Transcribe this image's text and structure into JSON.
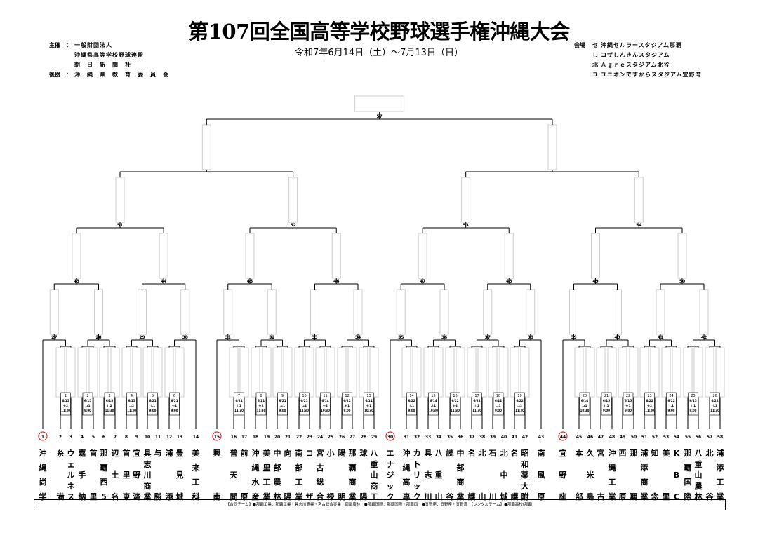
{
  "title": "第107回全国高等学校野球選手権沖縄大会",
  "date_range": "令和7年6月14日（土）～7月13日（日）",
  "organizers": [
    {
      "label": "主催",
      "value": "一般財団法人"
    },
    {
      "label": "",
      "value": "沖縄県高等学校野球連盟"
    },
    {
      "label": "",
      "value": "朝　日　新　聞　社"
    },
    {
      "label": "後援",
      "value": "沖　縄　県　教　育　委　員　会"
    }
  ],
  "venues_label": "会場",
  "venues": [
    {
      "code": "セ",
      "name": "沖縄セルラースタジアム那覇"
    },
    {
      "code": "し",
      "name": "コザしんきんスタジアム"
    },
    {
      "code": "北",
      "name": "Ａｇｒｅスタジアム北谷"
    },
    {
      "code": "ユ",
      "name": "ユニオンですからスタジアム宜野湾"
    }
  ],
  "footer_note": "【合同チーム】●那覇工業：那覇工業・具志川商業・宮古総合実業・南部農林　●那覇国際：那覇国際・那覇西　●宜野座：宜野座・宜野湾　【レンタルチーム】●那覇高校(那覇)",
  "seeds": [
    1,
    15,
    30,
    44
  ],
  "numbers": [
    {
      "id": "1",
      "label": "1"
    },
    {
      "id": "2",
      "label": "2"
    },
    {
      "id": "3",
      "label": "3"
    },
    {
      "id": "4",
      "label": "4"
    },
    {
      "id": "5",
      "label": "5"
    },
    {
      "id": "6",
      "label": "6"
    },
    {
      "id": "7",
      "label": "7"
    },
    {
      "id": "8",
      "label": "8"
    },
    {
      "id": "9",
      "label": "9"
    },
    {
      "id": "10",
      "label": "10"
    },
    {
      "id": "11",
      "label": "11"
    },
    {
      "id": "12",
      "label": "12"
    },
    {
      "id": "13",
      "label": "13"
    },
    {
      "id": "14",
      "label": "14"
    },
    {
      "id": "15",
      "label": "15"
    },
    {
      "id": "16",
      "label": "16"
    },
    {
      "id": "17",
      "label": "17"
    },
    {
      "id": "18",
      "label": "18"
    },
    {
      "id": "19",
      "label": "19"
    },
    {
      "id": "20",
      "label": "20"
    },
    {
      "id": "21",
      "label": "21"
    },
    {
      "id": "22",
      "label": "22"
    },
    {
      "id": "23",
      "label": "23"
    },
    {
      "id": "24",
      "label": "24"
    },
    {
      "id": "25",
      "label": "25"
    },
    {
      "id": "26",
      "label": "26"
    },
    {
      "id": "27",
      "label": "27"
    },
    {
      "id": "28",
      "label": "28"
    },
    {
      "id": "29",
      "label": "29"
    },
    {
      "id": "30",
      "label": "30"
    },
    {
      "id": "31",
      "label": "31"
    },
    {
      "id": "32",
      "label": "32"
    },
    {
      "id": "33",
      "label": "33"
    },
    {
      "id": "34",
      "label": "34"
    },
    {
      "id": "35",
      "label": "35"
    },
    {
      "id": "36",
      "label": "36"
    },
    {
      "id": "37",
      "label": "37"
    },
    {
      "id": "38",
      "label": "38"
    },
    {
      "id": "39",
      "label": "39"
    },
    {
      "id": "40",
      "label": "40"
    },
    {
      "id": "41",
      "label": "41"
    },
    {
      "id": "42",
      "label": "42"
    },
    {
      "id": "43",
      "label": "43"
    },
    {
      "id": "44",
      "label": "44"
    },
    {
      "id": "45",
      "label": "45"
    },
    {
      "id": "46",
      "label": "46"
    },
    {
      "id": "47",
      "label": "47"
    },
    {
      "id": "48",
      "label": "48"
    },
    {
      "id": "49",
      "label": "49"
    },
    {
      "id": "50",
      "label": "50"
    },
    {
      "id": "51",
      "label": "51"
    },
    {
      "id": "52",
      "label": "52"
    },
    {
      "id": "53",
      "label": "53"
    },
    {
      "id": "54",
      "label": "54"
    },
    {
      "id": "55",
      "label": "55"
    },
    {
      "id": "56",
      "label": "56"
    },
    {
      "id": "57",
      "label": "57"
    },
    {
      "id": "58",
      "label": "58"
    }
  ],
  "teams": [
    "沖縄尚学",
    "糸満",
    "ウェルネス",
    "嘉手納",
    "首里",
    "那覇西5",
    "辺土名",
    "首里東",
    "宜野湾",
    "具志川商業",
    "与勝",
    "浦添",
    "豊見城",
    "美来工科",
    "興南",
    "普天間",
    "前原",
    "沖縄水産",
    "美里工業",
    "中部農林",
    "向陽",
    "南部工業",
    "コザ",
    "宮古総合",
    "小禄",
    "陽明",
    "那覇商業",
    "球陽",
    "八重山商工",
    "エナジック",
    "沖縄高専",
    "カトリック",
    "具志川",
    "八重山",
    "読谷",
    "中部商業",
    "名護",
    "北山",
    "石川",
    "北中城",
    "名護",
    "昭和薬大附",
    "南風原",
    "宜野座",
    "本部",
    "久米島",
    "宮古",
    "沖縄工業",
    "西原",
    "那覇",
    "浦添商業",
    "知念",
    "美里",
    "KBC",
    "那覇国際",
    "八重山農林",
    "北谷",
    "浦添工業"
  ],
  "matches_r1": [
    {
      "no": "1",
      "date": "6/15",
      "venue": "セ2",
      "time": "11:30"
    },
    {
      "no": "2",
      "date": "6/15",
      "venue": "ユ1",
      "time": "9:00"
    },
    {
      "no": "3",
      "date": "6/15",
      "venue": "し2",
      "time": "11:30"
    },
    {
      "no": "4",
      "date": "6/15",
      "venue": "ユ2",
      "time": "11:30"
    },
    {
      "no": "5",
      "date": "6/21",
      "venue": "し1",
      "time": "9:00"
    },
    {
      "no": "6",
      "date": "6/21",
      "venue": "セ1",
      "time": "9:00"
    },
    {
      "no": "7",
      "date": "6/21",
      "venue": "し2",
      "time": "11:30"
    },
    {
      "no": "8",
      "date": "6/21",
      "venue": "セ2",
      "time": "11:30"
    },
    {
      "no": "9",
      "date": "6/21",
      "venue": "ユ1",
      "time": "9:00"
    },
    {
      "no": "10",
      "date": "6/21",
      "venue": "ユ2",
      "time": "11:30"
    },
    {
      "no": "11",
      "date": "6/14",
      "venue": "セ2",
      "time": "10:30"
    },
    {
      "no": "12",
      "date": "6/22",
      "venue": "セ1",
      "time": "9:00"
    },
    {
      "no": "13",
      "date": "6/14",
      "venue": "セ1",
      "time": "10:30"
    },
    {
      "no": "14",
      "date": "6/22",
      "venue": "し1",
      "time": "9:00"
    },
    {
      "no": "15",
      "date": "6/14",
      "venue": "北1",
      "time": "10:30"
    },
    {
      "no": "16",
      "date": "6/22",
      "venue": "セ2",
      "time": "11:30"
    },
    {
      "no": "17",
      "date": "6/22",
      "venue": "し2",
      "time": "11:30"
    },
    {
      "no": "18",
      "date": "6/22",
      "venue": "ユ1",
      "time": "9:00"
    },
    {
      "no": "19",
      "date": "6/22",
      "venue": "ユ2",
      "time": "11:30"
    },
    {
      "no": "20",
      "date": "6/14",
      "venue": "ユ1",
      "time": "10:30"
    },
    {
      "no": "21",
      "date": "6/15",
      "venue": "し1",
      "time": "9:00"
    },
    {
      "no": "22",
      "date": "6/15",
      "venue": "セ1",
      "time": "9:00"
    },
    {
      "no": "23",
      "date": "6/22",
      "venue": "セ2",
      "time": "11:30"
    },
    {
      "no": "24",
      "date": "6/22",
      "venue": "し1",
      "time": "9:00"
    },
    {
      "no": "25",
      "date": "6/15",
      "venue": "し1",
      "time": "9:00"
    },
    {
      "no": "26",
      "date": "6/22",
      "venue": "し2",
      "time": "11:30"
    }
  ]
}
